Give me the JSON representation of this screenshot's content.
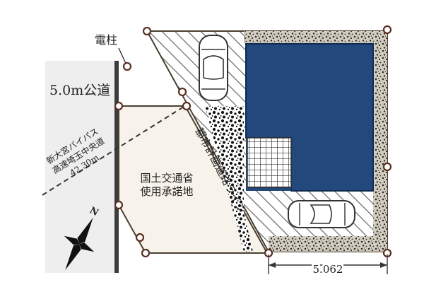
{
  "labels": {
    "utility_pole": "電柱",
    "road": "5.0m公道",
    "expressway_line1": "新大宮バイパス",
    "expressway_line2": "高速埼玉中央道",
    "expressway_line3": "42.30m",
    "mlit_line1": "国土交通省",
    "mlit_line2": "使用承諾地",
    "planning_line": "都市計画道路ライン",
    "dimension": "5.062",
    "north": "N"
  },
  "colors": {
    "building": "#23497c",
    "building_stroke": "#0f2a52",
    "road": "#eeeeee",
    "line": "#4a3f30",
    "node": "#5a2f22",
    "hatch": "#5a5a5a"
  }
}
